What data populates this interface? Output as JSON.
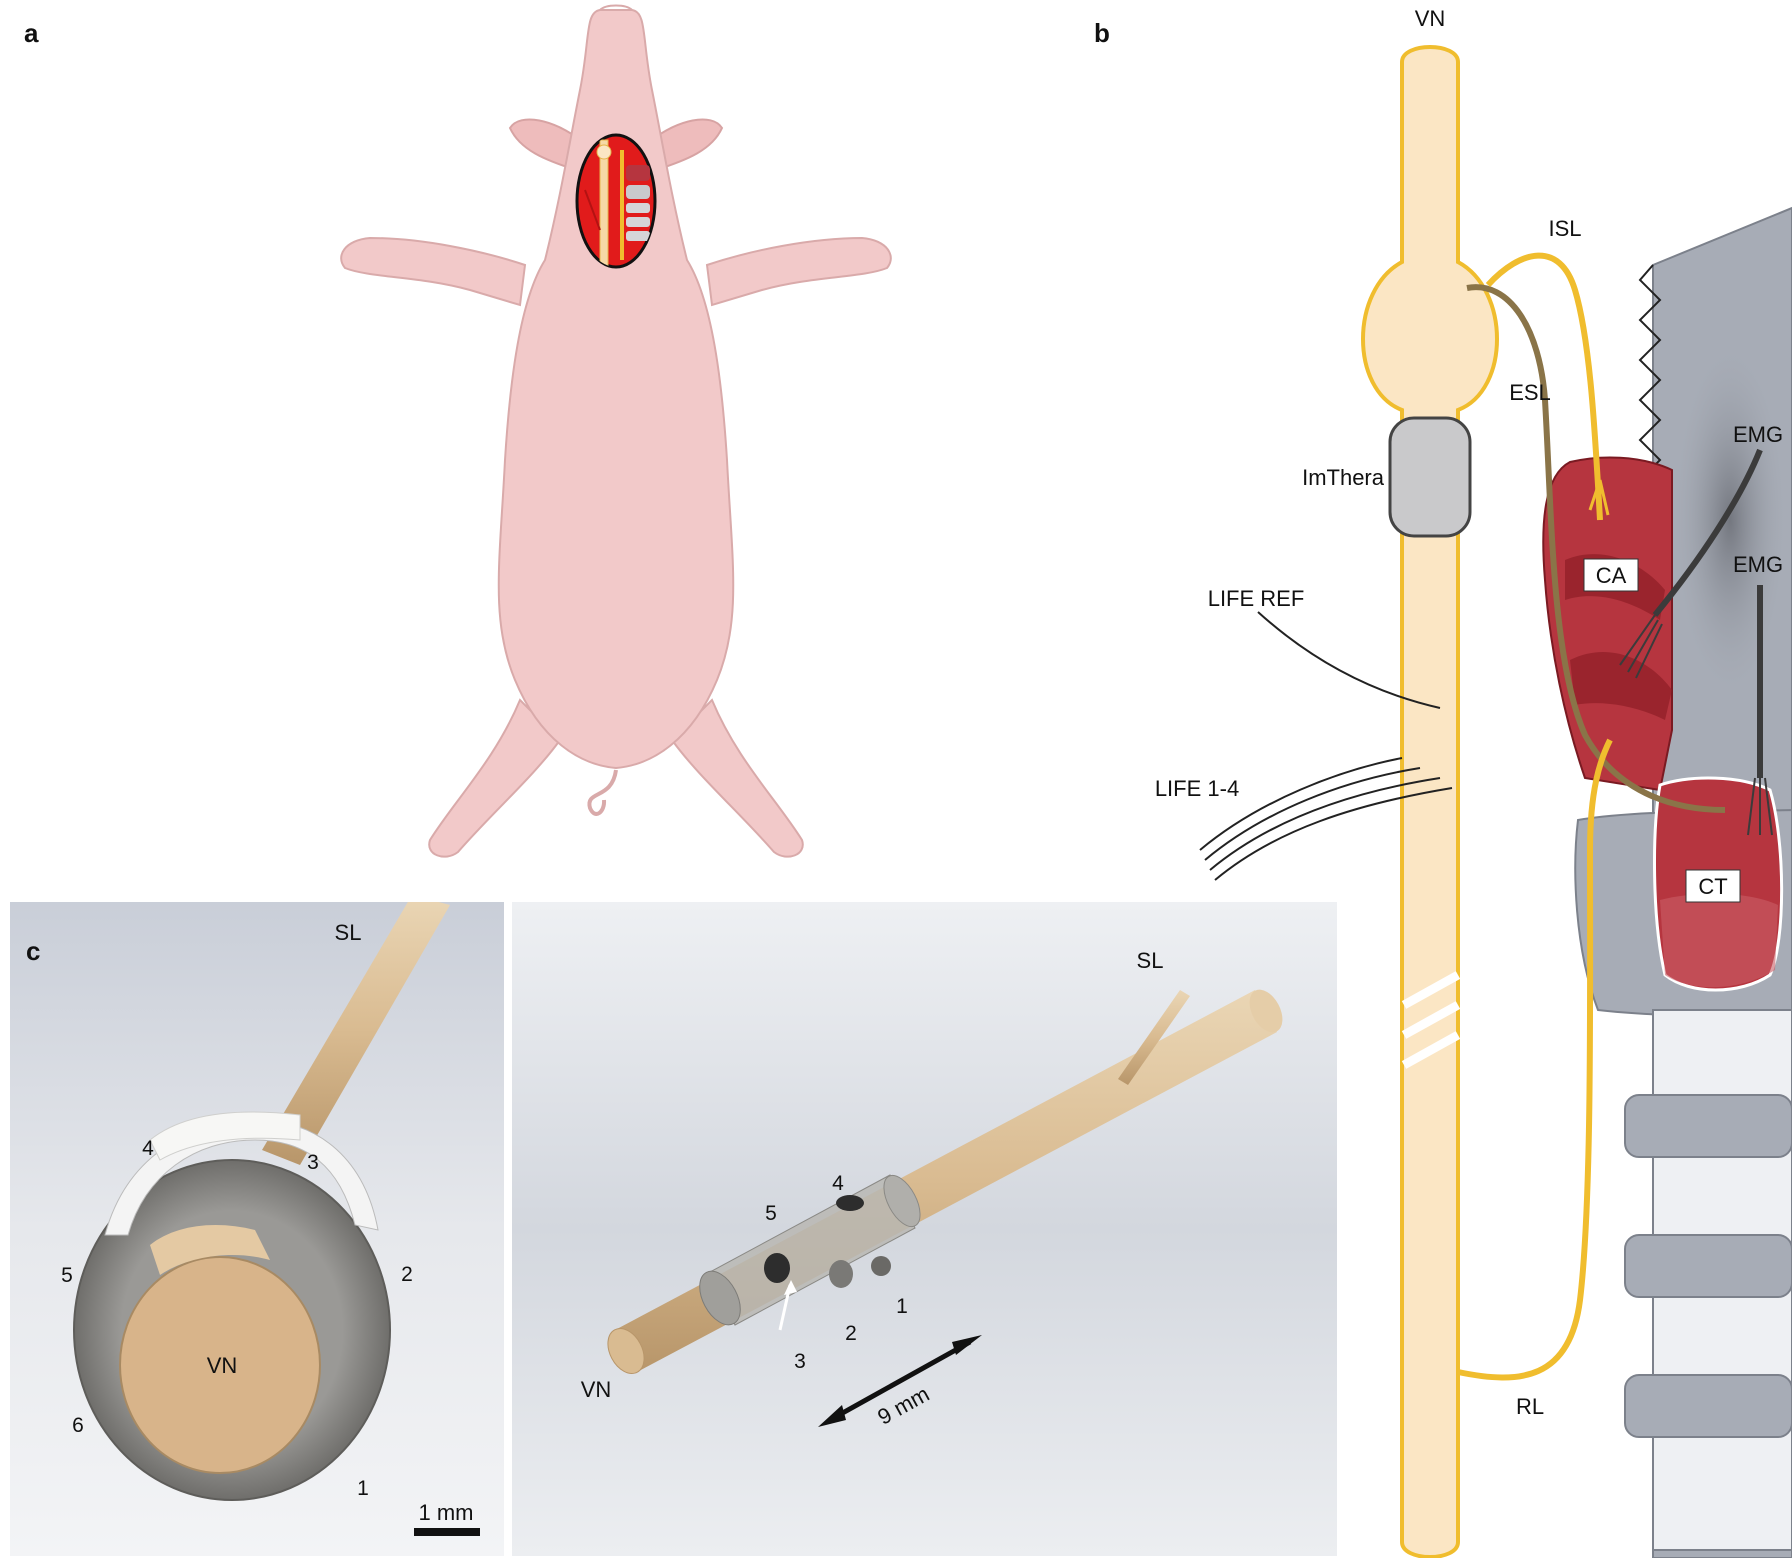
{
  "panels": {
    "a": "a",
    "b": "b",
    "c": "c"
  },
  "panel_b": {
    "nerve_label": "VN",
    "isl": "ISL",
    "esl": "ESL",
    "imthera": "ImThera",
    "life_ref": "LIFE REF",
    "life_1_4": "LIFE 1-4",
    "emg_1": "EMG",
    "emg_2": "EMG",
    "ca": "CA",
    "ct": "CT",
    "rl": "RL"
  },
  "panel_c_left": {
    "sl": "SL",
    "vn": "VN",
    "contacts": [
      "1",
      "2",
      "3",
      "4",
      "5",
      "6"
    ],
    "scale_bar": "1 mm"
  },
  "panel_c_right": {
    "sl": "SL",
    "vn": "VN",
    "contacts": [
      "1",
      "2",
      "3",
      "4",
      "5"
    ],
    "length": "9 mm"
  },
  "colors": {
    "nerve_fill": "#fbe6c4",
    "nerve_stroke": "#f0bd2e",
    "muscle": "#b6353f",
    "cartilage": "#a7acb6",
    "pig": "#f2c9c9",
    "esl_branch": "#8a7448"
  }
}
